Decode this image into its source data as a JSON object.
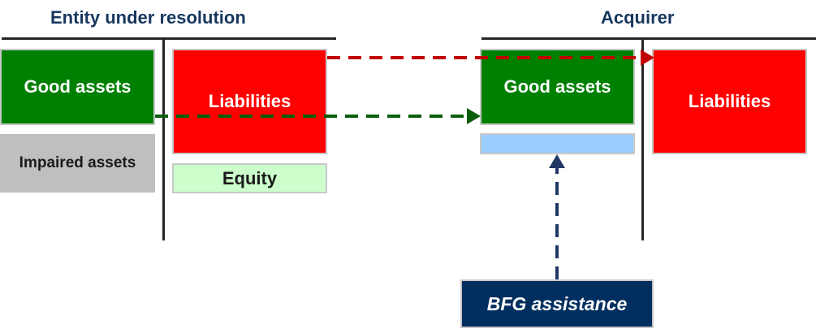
{
  "titles": {
    "entity": "Entity under resolution",
    "acquirer": "Acquirer"
  },
  "entity": {
    "good_assets": "Good assets",
    "impaired_assets": "Impaired assets",
    "liabilities": "Liabilities",
    "equity": "Equity"
  },
  "acquirer": {
    "good_assets": "Good assets",
    "liabilities": "Liabilities"
  },
  "bfg": {
    "label": "BFG assistance"
  },
  "colors": {
    "title_text": "#17375e",
    "good_assets": "#008000",
    "liabilities": "#ff0000",
    "impaired_assets": "#bfbfbf",
    "equity": "#ccffcc",
    "bfg_capital": "#99ccff",
    "bfg_box": "#002f5f",
    "arrow_liabilities": "#c00000",
    "arrow_good_assets": "#0b5e0b",
    "arrow_bfg": "#1f3864"
  }
}
